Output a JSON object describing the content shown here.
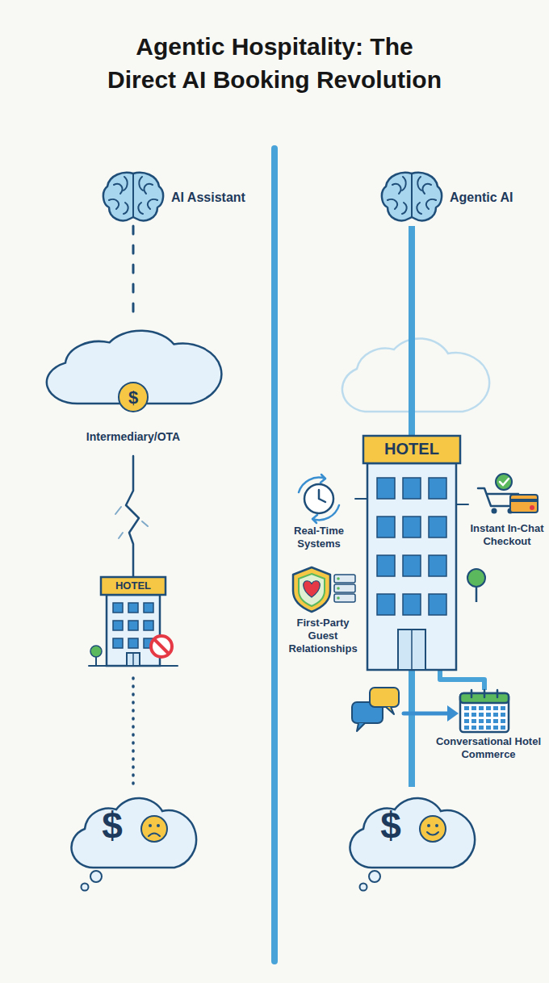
{
  "diagram": {
    "title": "Agentic Hospitality: The Direct AI Booking Revolution",
    "nodes": [
      {
        "text": [
          "AI Assistant"
        ]
      },
      {
        "text": [
          "$",
          "Intermediary/OTA"
        ]
      },
      {
        "text": [
          "HOTEL"
        ]
      },
      {
        "text": [
          "$"
        ]
      },
      {
        "text": [
          "Agentic AI"
        ]
      },
      {
        "text": [
          "HOTEL"
        ]
      },
      {
        "text": [
          "Real-Time Systems"
        ]
      },
      {
        "text": [
          "Instant In-Chat Checkout"
        ]
      },
      {
        "text": [
          "First-Party Guest Relationships"
        ]
      },
      {
        "text": [
          "Conversational Hotel Commerce"
        ]
      },
      {
        "text": [
          "$"
        ]
      }
    ],
    "edges": [
      {
        "from": 0,
        "to": 1,
        "arrow": "none"
      },
      {
        "from": 1,
        "to": 2,
        "arrow": "none"
      },
      {
        "from": 2,
        "to": 3,
        "arrow": "none"
      },
      {
        "from": 4,
        "to": 5,
        "arrow": "none"
      },
      {
        "from": 6,
        "to": 5,
        "arrow": "none"
      },
      {
        "from": 7,
        "to": 5,
        "arrow": "none"
      },
      {
        "from": 5,
        "to": 9,
        "arrow": "none"
      },
      {
        "from": 5,
        "to": 10,
        "arrow": "none"
      }
    ]
  }
}
